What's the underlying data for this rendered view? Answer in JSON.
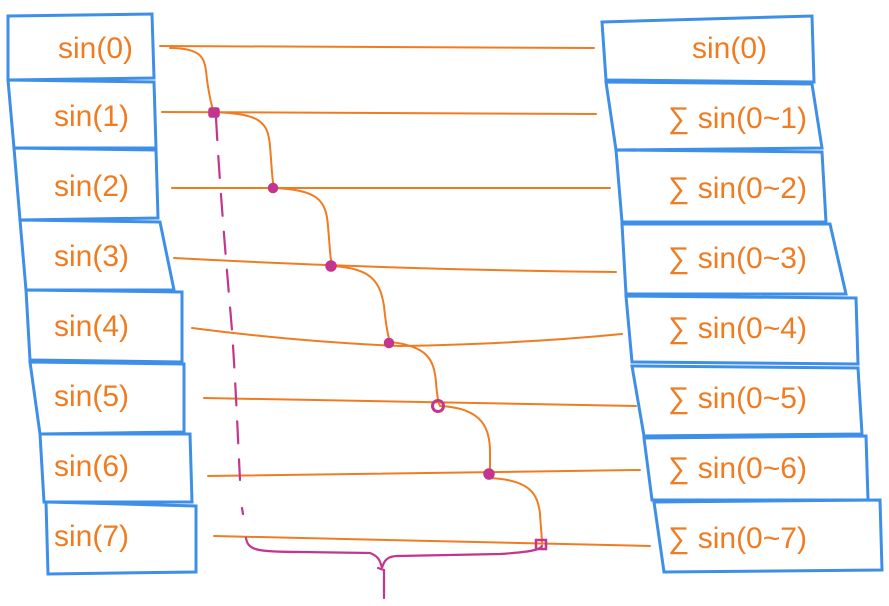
{
  "colors": {
    "box": "#3d8fe8",
    "wire": "#f07c22",
    "text": "#f07c22",
    "accent": "#c4358f"
  },
  "left_column": [
    {
      "label": "sin(0)"
    },
    {
      "label": "sin(1)"
    },
    {
      "label": "sin(2)"
    },
    {
      "label": "sin(3)"
    },
    {
      "label": "sin(4)"
    },
    {
      "label": "sin(5)"
    },
    {
      "label": "sin(6)"
    },
    {
      "label": "sin(7)"
    }
  ],
  "right_column": [
    {
      "label": "sin(0)"
    },
    {
      "label": "∑ sin(0~1)"
    },
    {
      "label": "∑ sin(0~2)"
    },
    {
      "label": "∑ sin(0~3)"
    },
    {
      "label": "∑ sin(0~4)"
    },
    {
      "label": "∑ sin(0~5)"
    },
    {
      "label": "∑ sin(0~6)"
    },
    {
      "label": "∑ sin(0~7)"
    }
  ]
}
